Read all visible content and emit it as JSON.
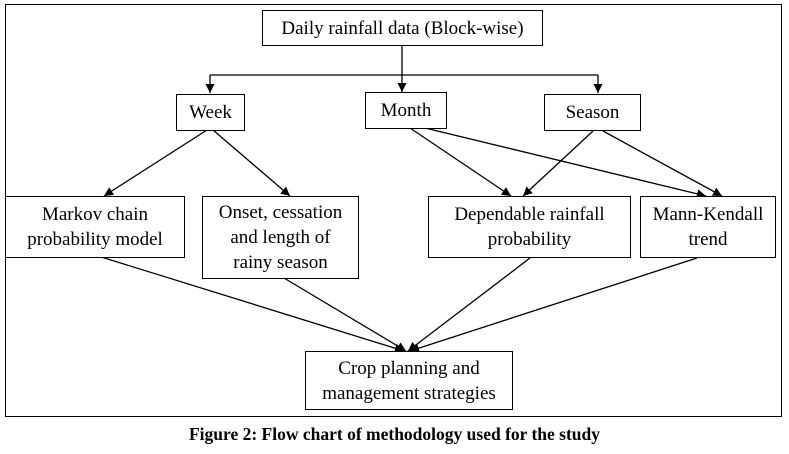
{
  "diagram": {
    "nodes": {
      "daily_rainfall": "Daily rainfall data (Block-wise)",
      "week": "Week",
      "month": "Month",
      "season": "Season",
      "markov": "Markov chain\nprobability model",
      "onset": "Onset, cessation\nand length of\nrainy season",
      "dependable": "Dependable rainfall\nprobability",
      "mann_kendall": "Mann-Kendall\ntrend",
      "crop_planning": "Crop planning and\nmanagement strategies"
    },
    "edges": [
      [
        "daily_rainfall",
        "week"
      ],
      [
        "daily_rainfall",
        "month"
      ],
      [
        "daily_rainfall",
        "season"
      ],
      [
        "week",
        "markov"
      ],
      [
        "week",
        "onset"
      ],
      [
        "month",
        "dependable"
      ],
      [
        "month",
        "mann_kendall"
      ],
      [
        "season",
        "dependable"
      ],
      [
        "season",
        "mann_kendall"
      ],
      [
        "markov",
        "crop_planning"
      ],
      [
        "onset",
        "crop_planning"
      ],
      [
        "dependable",
        "crop_planning"
      ],
      [
        "mann_kendall",
        "crop_planning"
      ]
    ]
  },
  "caption": "Figure 2: Flow chart of methodology used for the study"
}
